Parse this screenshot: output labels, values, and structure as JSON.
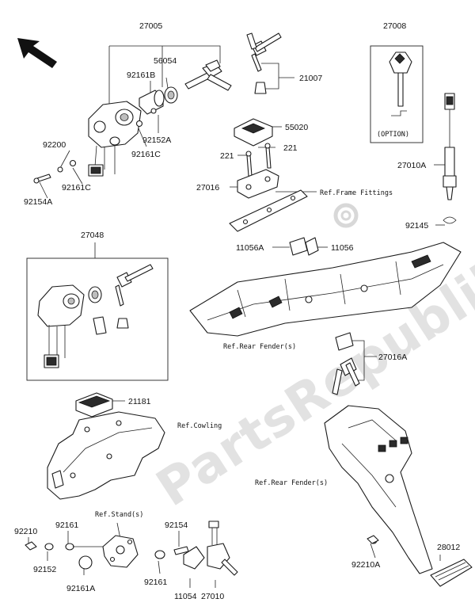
{
  "watermark": "PartsRepublik",
  "labels": {
    "p27005": "27005",
    "p56054": "56054",
    "p92161B": "92161B",
    "p21007": "21007",
    "p27008": "27008",
    "option": "(OPTION)",
    "p92200": "92200",
    "p92152A": "92152A",
    "p92161C_a": "92161C",
    "p92161C_b": "92161C",
    "p92154A": "92154A",
    "p55020": "55020",
    "p221_a": "221",
    "p221_b": "221",
    "p27016": "27016",
    "p27010A": "27010A",
    "p92145": "92145",
    "p27048": "27048",
    "p11056A": "11056A",
    "p11056": "11056",
    "p27016A": "27016A",
    "p21181": "21181",
    "p92210": "92210",
    "p92152": "92152",
    "p92161_a": "92161",
    "p92161A": "92161A",
    "p92161_b": "92161",
    "p92154": "92154",
    "p11054": "11054",
    "p27010": "27010",
    "p92210A": "92210A",
    "p28012": "28012"
  },
  "refs": {
    "frame_fittings": "Ref.Frame Fittings",
    "rear_fender_1": "Ref.Rear Fender(s)",
    "cowling": "Ref.Cowling",
    "rear_fender_2": "Ref.Rear Fender(s)",
    "stand": "Ref.Stand(s)"
  }
}
